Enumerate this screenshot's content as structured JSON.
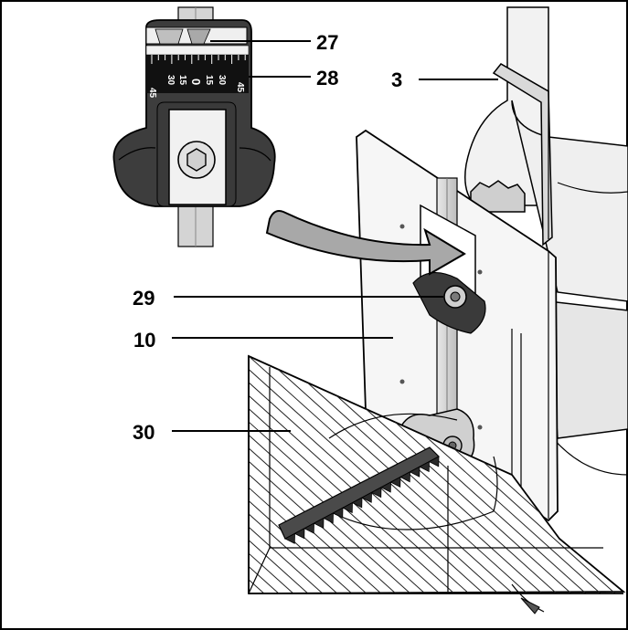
{
  "callouts": {
    "c27": "27",
    "c28": "28",
    "c3": "3",
    "c29": "29",
    "c10": "10",
    "c30": "30"
  },
  "scale": {
    "t45a": "45",
    "t30a": "30",
    "t15a": "15",
    "t0": "0",
    "t15b": "15",
    "t30b": "30",
    "t45b": "45"
  },
  "colors": {
    "ink": "#000000",
    "gray_light": "#d8d8d8",
    "gray_mid": "#9a9a9a",
    "gray_dark": "#555555",
    "paper": "#ffffff"
  }
}
